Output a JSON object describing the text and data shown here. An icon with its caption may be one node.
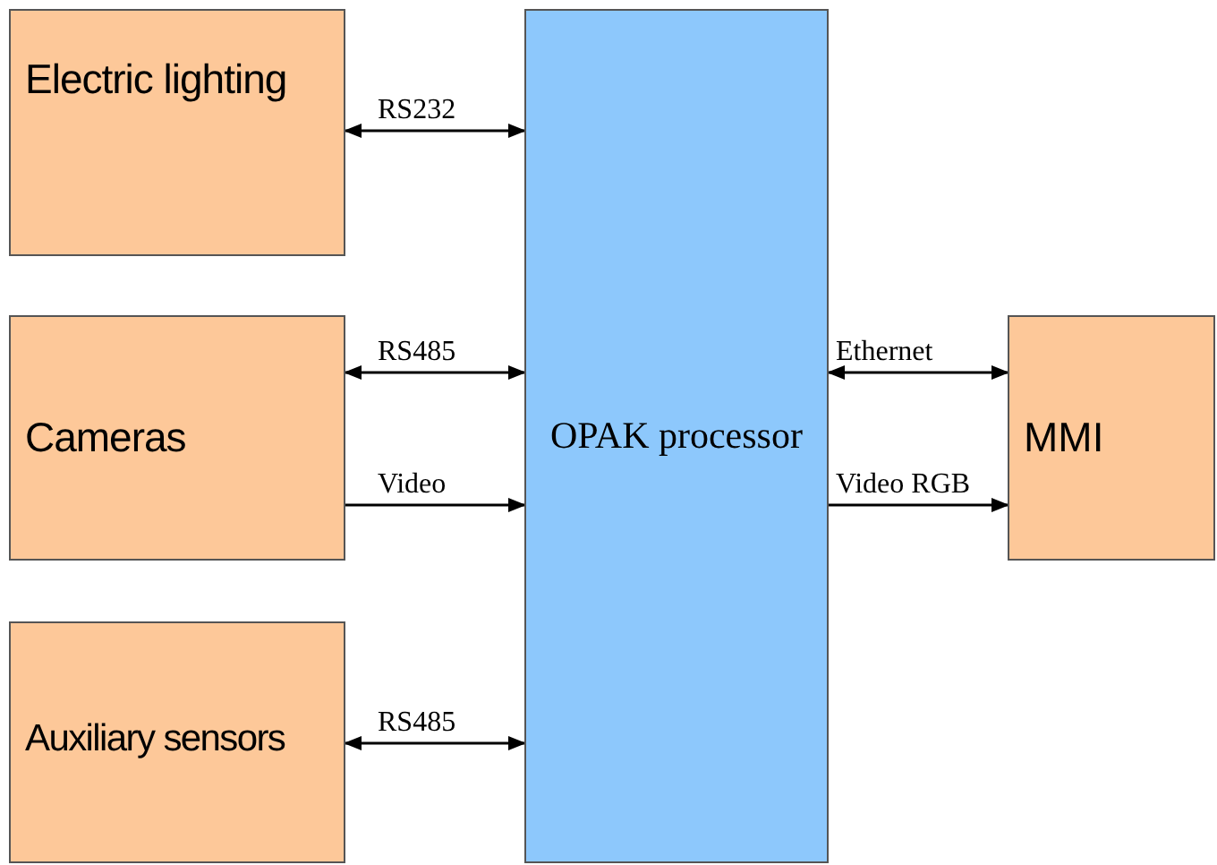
{
  "diagram": {
    "nodes": [
      {
        "text": [
          "Electric lighting"
        ]
      },
      {
        "text": [
          "Cameras"
        ]
      },
      {
        "text": [
          "Auxiliary sensors"
        ]
      },
      {
        "text": [
          "OPAK processor"
        ]
      },
      {
        "text": [
          "MMI"
        ]
      }
    ],
    "edges": [
      {
        "from": 0,
        "to": 3,
        "arrow": "both",
        "label": "RS232"
      },
      {
        "from": 1,
        "to": 3,
        "arrow": "both",
        "label": "RS485"
      },
      {
        "from": 1,
        "to": 3,
        "arrow": "to",
        "label": "Video"
      },
      {
        "from": 3,
        "to": 4,
        "arrow": "both",
        "label": "Ethernet"
      },
      {
        "from": 3,
        "to": 4,
        "arrow": "to",
        "label": "Video RGB"
      },
      {
        "from": 2,
        "to": 3,
        "arrow": "both",
        "label": "RS485"
      }
    ]
  }
}
